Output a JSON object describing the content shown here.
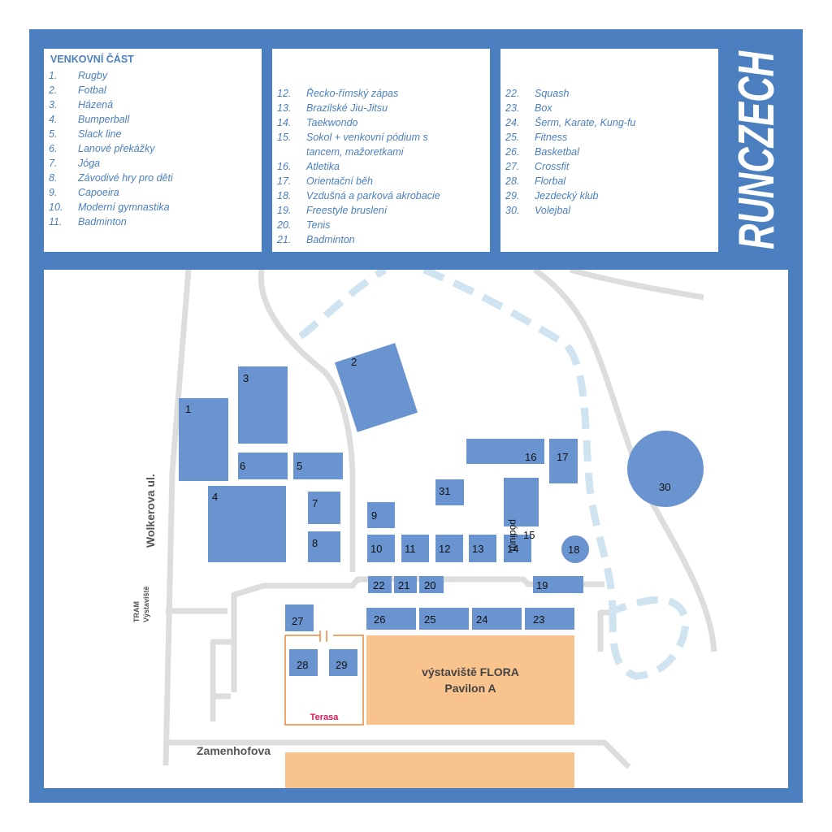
{
  "legend": {
    "heading": "VENKOVNÍ ČÁST",
    "columns": [
      [
        {
          "num": "1.",
          "label": "Rugby"
        },
        {
          "num": "2.",
          "label": "Fotbal"
        },
        {
          "num": "3.",
          "label": "Házená"
        },
        {
          "num": "4.",
          "label": "Bumperball"
        },
        {
          "num": "5.",
          "label": "Slack line"
        },
        {
          "num": "6.",
          "label": "Lanové překážky"
        },
        {
          "num": "7.",
          "label": "Jóga"
        },
        {
          "num": "8.",
          "label": "Závodivé hry pro děti"
        },
        {
          "num": "9.",
          "label": "Capoeira"
        },
        {
          "num": "10.",
          "label": "Moderní gymnastika"
        },
        {
          "num": "11.",
          "label": "Badminton"
        }
      ],
      [
        {
          "num": "12.",
          "label": "Řecko-římský zápas"
        },
        {
          "num": "13.",
          "label": "Brazilské Jiu-Jitsu"
        },
        {
          "num": "14.",
          "label": "Taekwondo"
        },
        {
          "num": "15.",
          "label": "Sokol + venkovní pódium s tancem, mažoretkami"
        },
        {
          "num": "16.",
          "label": "Atletika"
        },
        {
          "num": "17.",
          "label": "Orientační běh"
        },
        {
          "num": "18.",
          "label": "Vzdušná a parková akrobacie"
        },
        {
          "num": "19.",
          "label": "Freestyle bruslení"
        },
        {
          "num": "20.",
          "label": "Tenis"
        },
        {
          "num": "21.",
          "label": "Badminton"
        }
      ],
      [
        {
          "num": "22.",
          "label": "Squash"
        },
        {
          "num": "23.",
          "label": "Box"
        },
        {
          "num": "24.",
          "label": "Šerm, Karate, Kung-fu"
        },
        {
          "num": "25.",
          "label": "Fitness"
        },
        {
          "num": "26.",
          "label": "Basketbal"
        },
        {
          "num": "27.",
          "label": "Crossfit"
        },
        {
          "num": "28.",
          "label": "Florbal"
        },
        {
          "num": "29.",
          "label": "Jezdecký klub"
        },
        {
          "num": "30.",
          "label": "Volejbal"
        }
      ]
    ]
  },
  "brand": {
    "logo_text": "RUNCZECH"
  },
  "map": {
    "zones": {
      "z1": "1",
      "z2": "2",
      "z3": "3",
      "z4": "4",
      "z5": "5",
      "z6": "6",
      "z7": "7",
      "z8": "8",
      "z9": "9",
      "z10": "10",
      "z11": "11",
      "z12": "12",
      "z13": "13",
      "z14": "14",
      "z15": "15",
      "z16": "16",
      "z17": "17",
      "z18": "18",
      "z19": "19",
      "z20": "20",
      "z21": "21",
      "z22": "22",
      "z23": "23",
      "z24": "24",
      "z25": "25",
      "z26": "26",
      "z27": "27",
      "z28": "28",
      "z29": "29",
      "z30": "30",
      "z31": "31"
    },
    "podium_label": "pódium",
    "pavilion_line1": "výstaviště FLORA",
    "pavilion_line2": "Pavilon A",
    "terrace_label": "Terasa",
    "street_wolkerova": "Wolkerova ul.",
    "street_zamenhofova": "Zamenhofova",
    "tram_line1": "TRAM",
    "tram_line2": "Výstaviště"
  },
  "colors": {
    "frame": "#4b7fbf",
    "zone": "#6a94cf",
    "pavilion": "#f9c38e",
    "road": "#dddddd",
    "path": "#cfe3f1",
    "terrace_border": "#e8893a",
    "terrace_text": "#e0195a"
  }
}
